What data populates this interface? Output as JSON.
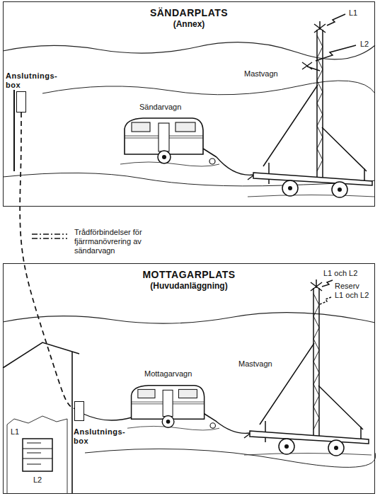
{
  "diagram": {
    "nodes": [
      {
        "text": [
          "SÄNDARPLATS",
          "(Annex)"
        ]
      },
      {
        "text": [
          "Anslutnings- box"
        ],
        "in": 0
      },
      {
        "text": [
          "MOTTAGARPLATS",
          "(Huvudanläggning)"
        ]
      },
      {
        "text": [
          "Anslutnings- box"
        ],
        "in": 2
      }
    ],
    "edges": [
      {
        "from": 1,
        "to": 3,
        "arrow": "none"
      }
    ],
    "labels": [
      "Sändarvagn",
      "Mastvagn",
      "L1",
      "L2",
      "Mottagarvagn",
      "Mastvagn",
      "L1 och L2",
      "Reserv L1 och L2",
      "L1",
      "L2"
    ],
    "legend": [
      {
        "text": "Trådförbindelser för fjärrmanövrering av sändarvagn"
      }
    ]
  }
}
